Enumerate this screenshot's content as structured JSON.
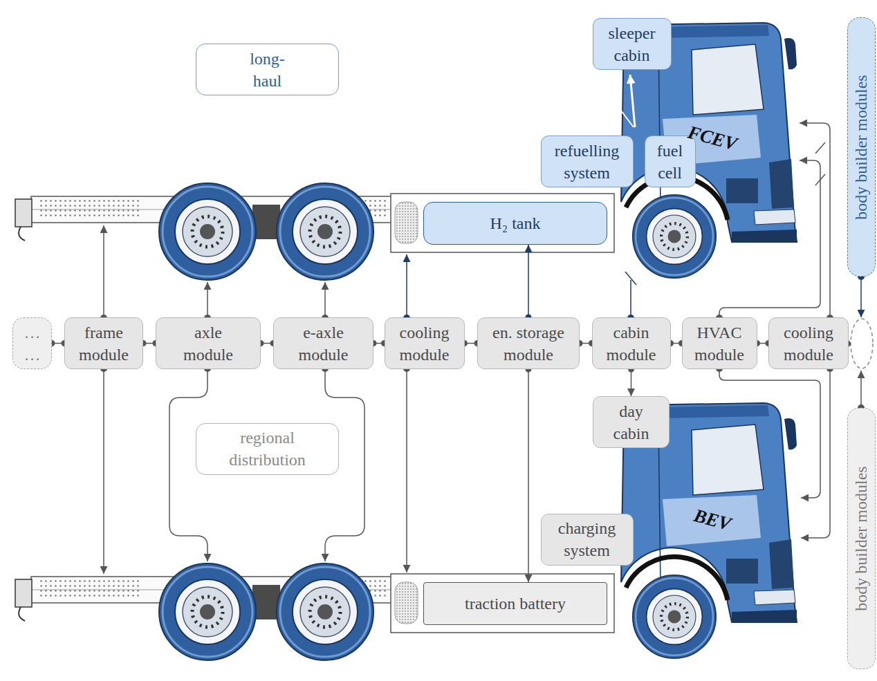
{
  "diagram": {
    "nodes": [
      {
        "text": [
          "long-haul"
        ]
      },
      {
        "text": [
          "sleeper cabin"
        ]
      },
      {
        "text": [
          "body builder modules"
        ]
      },
      {
        "text": [
          "refuelling system"
        ]
      },
      {
        "text": [
          "fuel cell"
        ]
      },
      {
        "text": [
          "H₂ tank"
        ]
      },
      {
        "text": [
          "… …"
        ]
      },
      {
        "text": [
          "frame module"
        ]
      },
      {
        "text": [
          "axle module"
        ]
      },
      {
        "text": [
          "e-axle module"
        ]
      },
      {
        "text": [
          "cooling module"
        ]
      },
      {
        "text": [
          "en. storage module"
        ]
      },
      {
        "text": [
          "cabin module"
        ]
      },
      {
        "text": [
          "HVAC module"
        ]
      },
      {
        "text": [
          "cooling module"
        ]
      },
      {
        "text": [
          "day cabin"
        ]
      },
      {
        "text": [
          "regional distribution"
        ]
      },
      {
        "text": [
          "charging system"
        ]
      },
      {
        "text": [
          "traction battery"
        ]
      },
      {
        "text": [
          "body builder modules"
        ]
      }
    ],
    "edges": [
      {
        "from": 6,
        "to": 7,
        "arrow": "none"
      },
      {
        "from": 7,
        "to": 8,
        "arrow": "none"
      },
      {
        "from": 8,
        "to": 9,
        "arrow": "none"
      },
      {
        "from": 9,
        "to": 10,
        "arrow": "none"
      },
      {
        "from": 10,
        "to": 11,
        "arrow": "none"
      },
      {
        "from": 11,
        "to": 12,
        "arrow": "none"
      },
      {
        "from": 12,
        "to": 13,
        "arrow": "none"
      },
      {
        "from": 13,
        "to": 14,
        "arrow": "none"
      },
      {
        "from": 11,
        "to": 5,
        "arrow": "to"
      },
      {
        "from": 11,
        "to": 18,
        "arrow": "to"
      },
      {
        "from": 12,
        "to": 15,
        "arrow": "to"
      }
    ],
    "labels": [
      "FCEV",
      "BEV"
    ]
  }
}
